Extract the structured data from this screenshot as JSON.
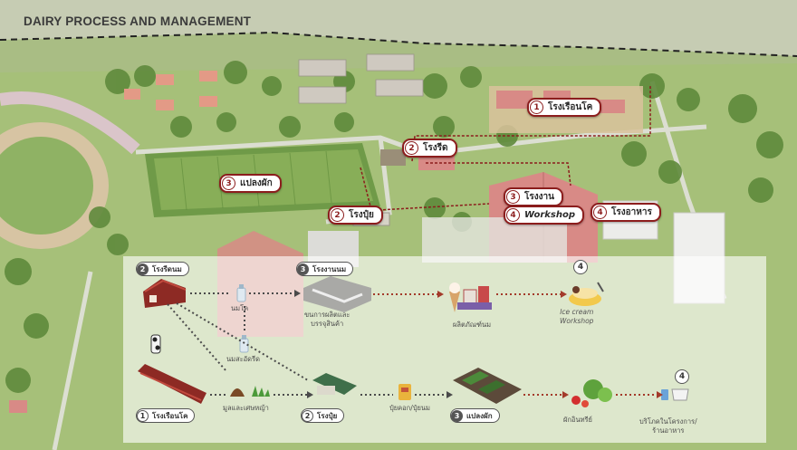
{
  "header": {
    "title": "DAIRY PROCESS AND MANAGEMENT"
  },
  "map_labels": [
    {
      "num": "1",
      "text": "โรงเรือนโค"
    },
    {
      "num": "2",
      "text": "โรงรีด"
    },
    {
      "num": "3",
      "text": "แปลงผัก"
    },
    {
      "num": "2",
      "text": "โรงปุ๋ย"
    },
    {
      "num": "3",
      "text": "โรงงาน"
    },
    {
      "num": "4",
      "text": "Workshop"
    },
    {
      "num": "4",
      "text": "โรงอาหาร"
    }
  ],
  "flow": {
    "stations": [
      {
        "num": "2",
        "text": "โรงรีดนม"
      },
      {
        "num": "3",
        "text": "โรงงานนม"
      },
      {
        "num": "1",
        "text": "โรงเรือนโค"
      },
      {
        "num": "2",
        "text": "โรงปุ๋ย"
      },
      {
        "num": "3",
        "text": "แปลงผัก"
      }
    ],
    "badges": [
      "4",
      "4"
    ],
    "captions": {
      "raw_milk": "นมโค",
      "process": [
        "ขนการผลิตและ",
        "บรรจุสินค้า"
      ],
      "products": "ผลิตภัณฑ์นม",
      "icecream": [
        "Ice cream",
        "Workshop"
      ],
      "sour_milk": "นมสะอัดรีด",
      "manure": "มูลและเศษหญ้า",
      "fertilizer": "ปุ๋ยคอก/ปุ๋ยนม",
      "vegetables": "ผักอินทรีย์",
      "consume": [
        "บริโภคในโครงการ/",
        "ร้านอาหาร"
      ]
    }
  },
  "colors": {
    "accent": "#8c1d1d",
    "roof": "#d88a86",
    "grass": "#9bb56a",
    "trees": "#5f8a3c",
    "flow_arrow": "#a33a2a"
  }
}
